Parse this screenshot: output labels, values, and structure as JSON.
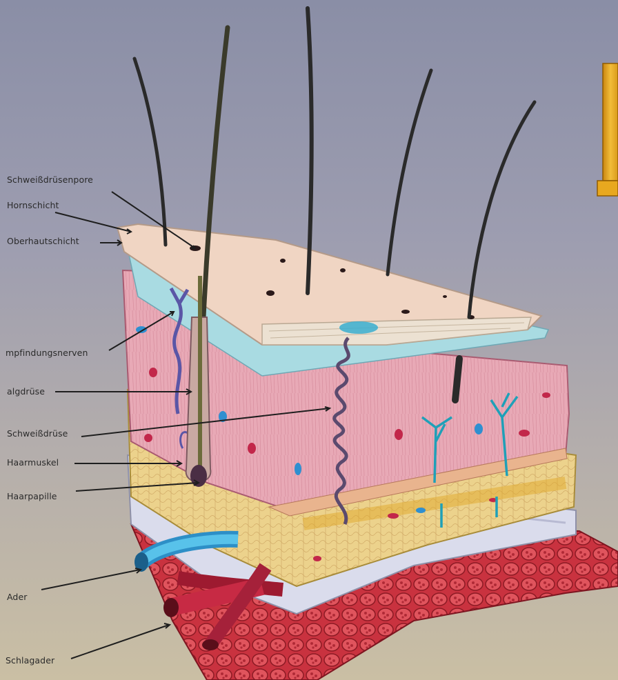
{
  "labels": {
    "schweissdruesenpore": "Schweißdrüsenpore",
    "hornschicht": "Hornschicht",
    "oberhautschicht": "Oberhautschicht",
    "empfindungsnerven": "mpfindungsnerven",
    "talgdruese": "algdrüse",
    "schweissdruese": "Schweißdrüse",
    "haarmuskel": "Haarmuskel",
    "haarpapille": "Haarpapille",
    "ader": "Ader",
    "schlagader": "Schlagader"
  },
  "colors": {
    "background_top": "#8a8ea6",
    "background_bottom": "#cabfa4",
    "epidermis": "#efd4c2",
    "dermis": "#e6a7b4",
    "fat": "#ecd48f",
    "fascia": "#d9dbec",
    "muscle": "#c7323f",
    "vein": "#4fb3dd",
    "artery": "#b5233a",
    "hair": "#2b2b2b",
    "corner_box": "#e6a51c"
  }
}
